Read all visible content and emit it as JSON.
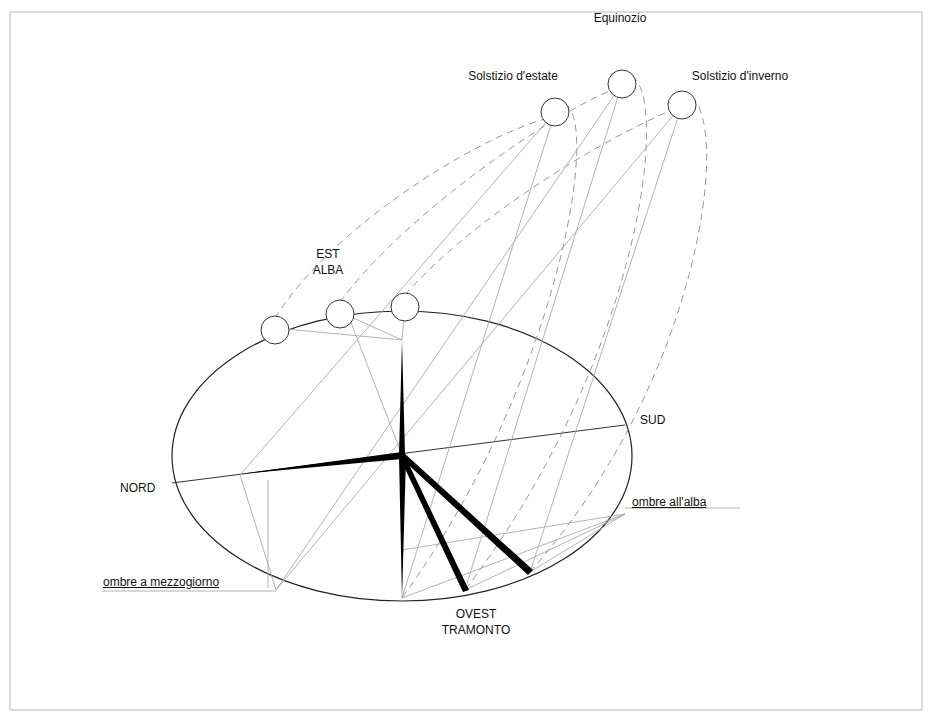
{
  "diagram": {
    "labels": [
      "Solstizio d'estate",
      "Equinozio",
      "Solstizio d'inverno",
      "EST ALBA",
      "NORD",
      "SUD",
      "ombre all'alba",
      "ombre a mezzogiorno",
      "OVEST TRAMONTO"
    ]
  }
}
